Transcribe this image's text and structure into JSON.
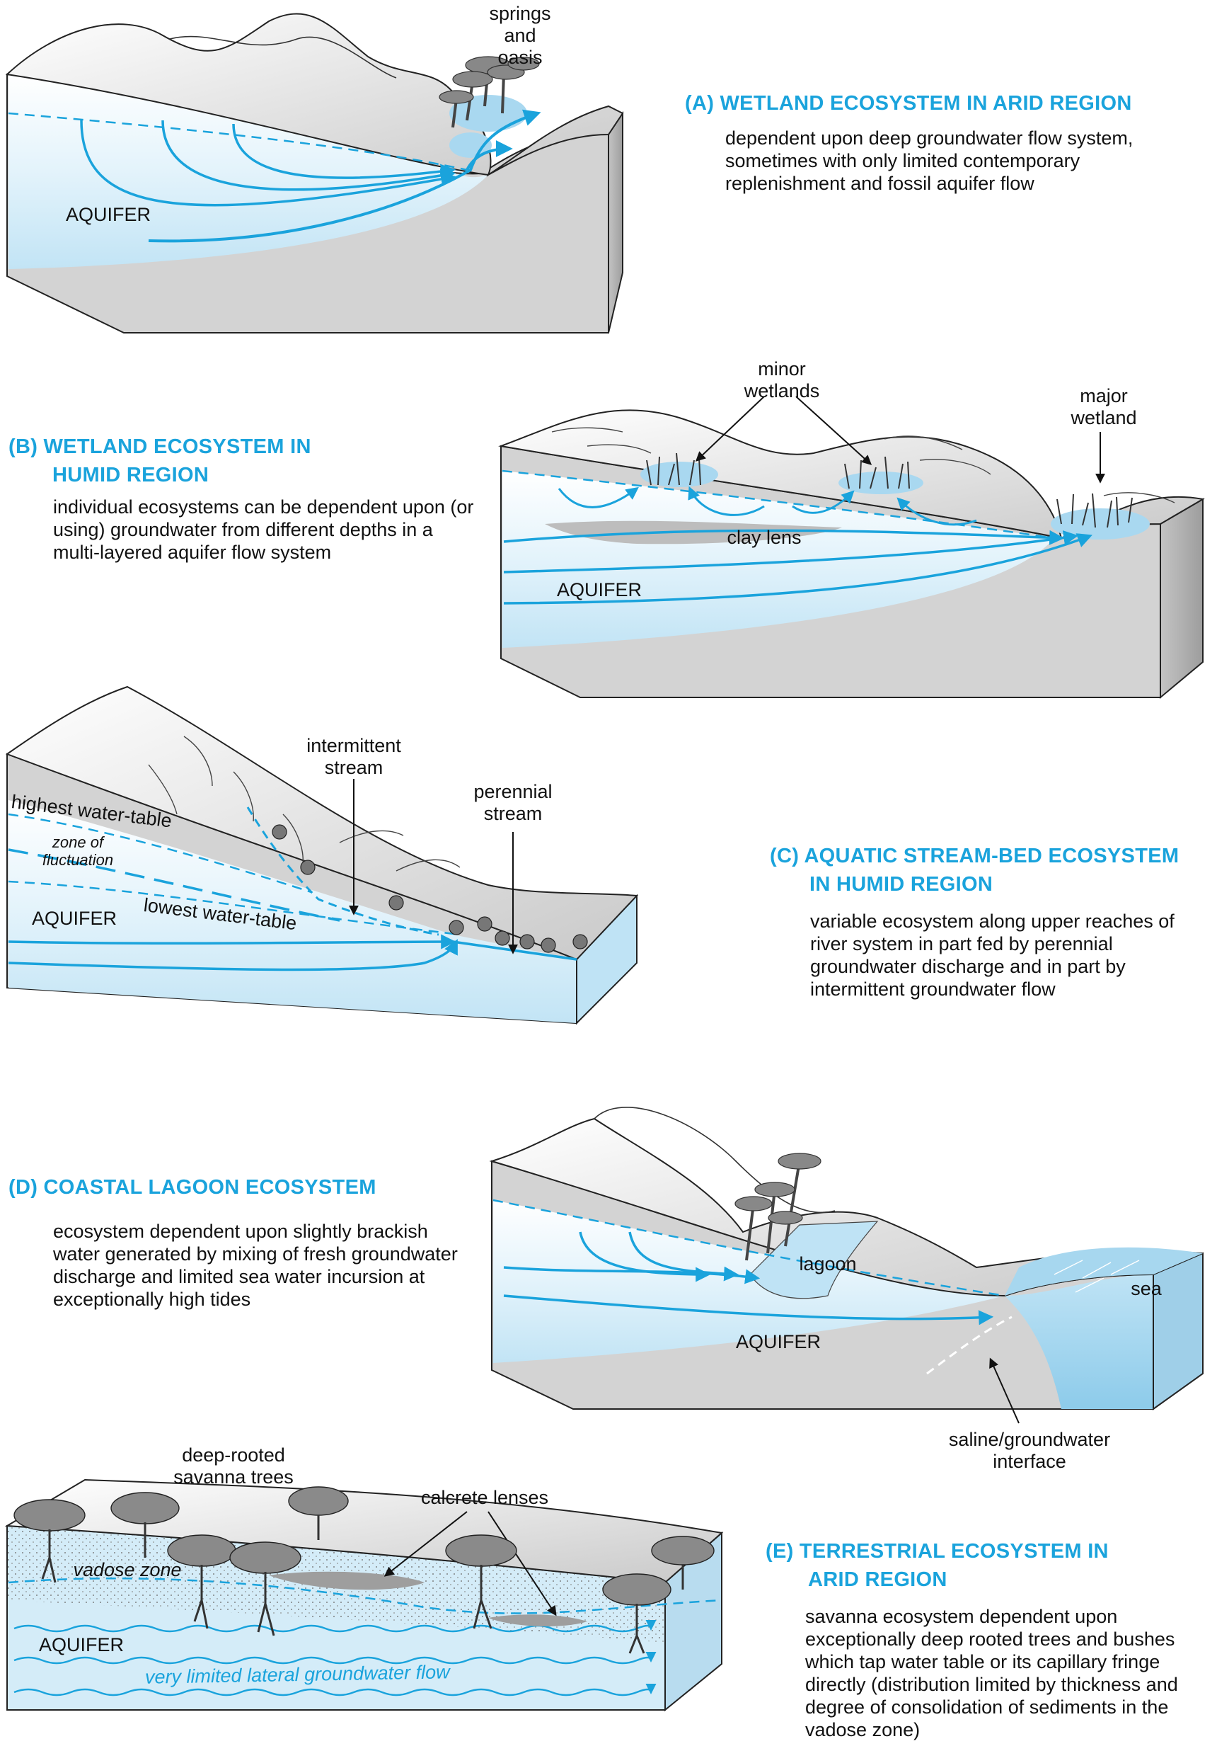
{
  "panel_a": {
    "heading": "(A)  WETLAND ECOSYSTEM IN ARID REGION",
    "description": "dependent upon deep groundwater flow system, sometimes with only limited contemporary replenishment and fossil aquifer flow",
    "label_springs": "springs",
    "label_oasis": "and\noasis",
    "label_aquifer": "AQUIFER"
  },
  "panel_b": {
    "heading_line1": "(B)  WETLAND ECOSYSTEM IN",
    "heading_line2": "HUMID REGION",
    "description": "individual ecosystems can be dependent upon (or using) groundwater from different depths in a multi-layered aquifer flow system",
    "label_minor": "minor\nwetlands",
    "label_major": "major\nwetland",
    "label_clay": "clay lens",
    "label_aquifer": "AQUIFER"
  },
  "panel_c": {
    "heading_line1": "(C)  AQUATIC STREAM-BED ECOSYSTEM",
    "heading_line2": "IN HUMID REGION",
    "description": "variable ecosystem along upper reaches of river system in part fed by perennial groundwater discharge and in part by intermittent groundwater flow",
    "label_intermittent": "intermittent\nstream",
    "label_perennial": "perennial\nstream",
    "label_highest": "highest water-table",
    "label_zone": "zone of\nfluctuation",
    "label_lowest": "lowest water-table",
    "label_aquifer": "AQUIFER"
  },
  "panel_d": {
    "heading": "(D)  COASTAL LAGOON ECOSYSTEM",
    "description": "ecosystem dependent upon slightly brackish water generated by mixing of fresh groundwater discharge and limited sea water incursion at exceptionally high tides",
    "label_lagoon": "lagoon",
    "label_sea": "sea",
    "label_aquifer": "AQUIFER",
    "label_interface": "saline/groundwater\ninterface"
  },
  "panel_e": {
    "heading_line1": "(E)  TERRESTRIAL ECOSYSTEM IN",
    "heading_line2": "ARID REGION",
    "description": "savanna ecosystem dependent upon exceptionally deep rooted trees and bushes which tap water table or its capillary fringe directly (distribution limited by thickness and degree of consolidation of sediments in the vadose zone)",
    "label_trees": "deep-rooted\nsavanna trees",
    "label_calcrete": "calcrete lenses",
    "label_vadose": "vadose zone",
    "label_aquifer": "AQUIFER",
    "label_flow": "very limited lateral groundwater flow"
  },
  "colors": {
    "accent": "#1aa3dc",
    "water": "#cfe9f7",
    "ground": "#d2d2d2"
  }
}
